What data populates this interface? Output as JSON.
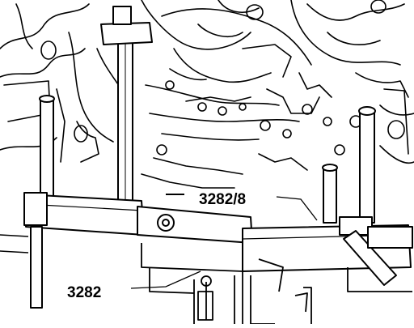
{
  "figure": {
    "callouts": [
      {
        "id": "tool-3282-8",
        "label": "3282/8"
      },
      {
        "id": "tool-3282",
        "label": "3282"
      }
    ]
  }
}
